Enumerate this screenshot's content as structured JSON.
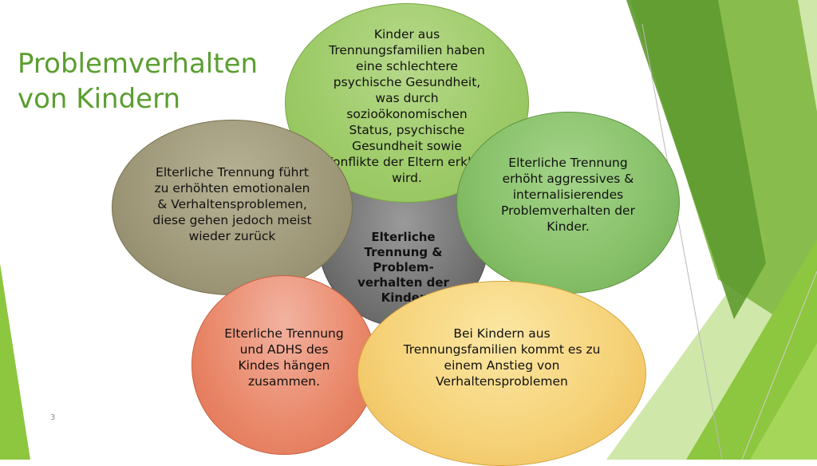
{
  "slide": {
    "title": "Problemverhalten von Kindern",
    "number": "3"
  },
  "diagram": {
    "center": "Elterliche Trennung & Problem-verhalten der Kinder",
    "top": "Kinder aus Trennungsfamilien haben eine schlechtere psychische Gesundheit, was durch sozioökonomischen Status, psychische Gesundheit sowie Konflikte der Eltern erklärt wird.",
    "left": "Elterliche Trennung führt zu erhöhten emotionalen & Verhaltensproblemen, diese gehen jedoch meist wieder zurück",
    "right": "Elterliche Trennung erhöht aggressives & internalisierendes Problemverhalten der Kinder.",
    "bottom_left": "Elterliche Trennung und ADHS des Kindes hängen zusammen.",
    "bottom_right": "Bei Kindern aus Trennungsfamilien kommt es zu einem Anstieg von Verhaltensproblemen"
  },
  "colors": {
    "title": "#5a9e2f",
    "accent_green": "#8dc63f",
    "dark_green": "#4f8a2a"
  }
}
